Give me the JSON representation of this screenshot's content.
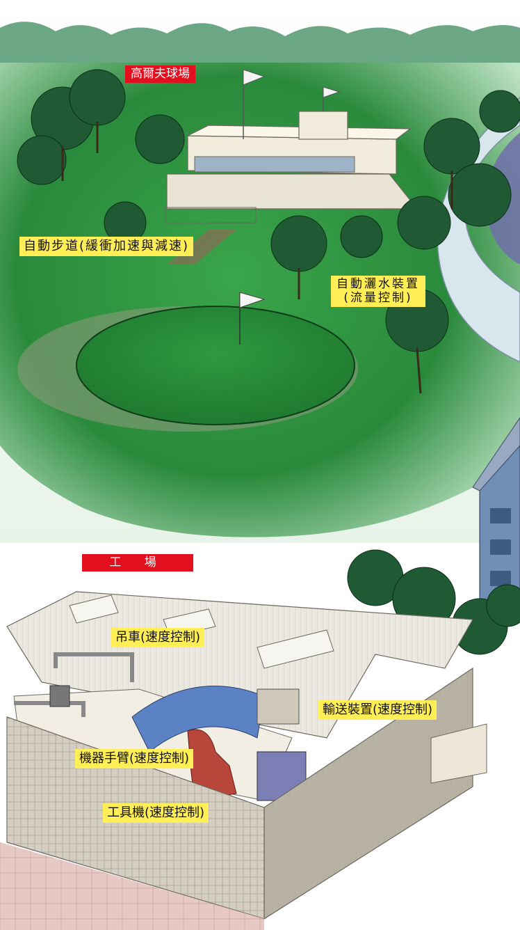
{
  "labels": {
    "golf_course": "高爾夫球場",
    "moving_walkway": "自動步道(緩衝加速與減速)",
    "sprinkler_line1": "自動灑水裝置",
    "sprinkler_line2": "(流量控制)",
    "factory": "工 場",
    "crane": "吊車(速度控制)",
    "conveyor": "輸送裝置(速度控制)",
    "robot_arm": "機器手臂(速度控制)",
    "machine_tool": "工具機(速度控制)"
  },
  "colors": {
    "title_label_bg": "#e2101e",
    "caption_label_bg": "#ffee55",
    "grass": "#2e8b3e",
    "tree": "#1f5a34",
    "building_blue": "#6f8fb5"
  }
}
